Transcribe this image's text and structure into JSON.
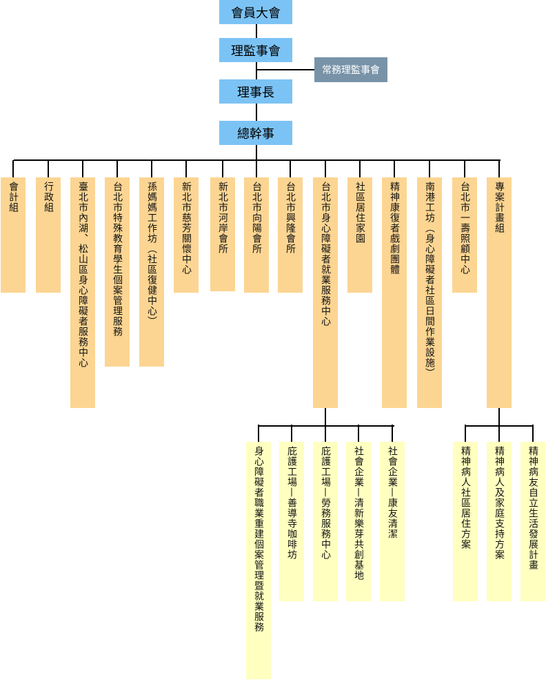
{
  "top": {
    "assembly": "會員大會",
    "board": "理監事會",
    "standing": "常務理監事會",
    "chair": "理事長",
    "secretary": "總幹事"
  },
  "units": [
    "會計組",
    "行政組",
    "臺北市內湖、松山區身心障礙者服務中心",
    "台北市特殊教育學生個案管理服務",
    "孫媽媽工作坊（社區復健中心）",
    "新北市慈芳關懷中心",
    "新北市河岸會所",
    "台北市向陽會所",
    "台北市興隆會所",
    "台北市身心障礙者就業服務中心",
    "社區居住家園",
    "精神康復者戲劇團體",
    "南港工坊（身心障礙者社區日間作業設施）",
    "台北市一壽照顧中心",
    "專案計畫組"
  ],
  "employment_sub": [
    "身心障礙者職業重建個案管理暨就業服務",
    "庇護工場—善導寺咖啡坊",
    "庇護工場—勞務服務中心",
    "社會企業—清新樂芽共創基地",
    "社會企業—康友清潔"
  ],
  "project_sub": [
    "精神病人社區居住方案",
    "精神病人及家庭支持方案",
    "精神病友自立生活發展計畫"
  ],
  "colors": {
    "top": "#7cc3f5",
    "standing": "#7893a8",
    "unit": "#fcd592",
    "sub": "#ffffc0"
  }
}
